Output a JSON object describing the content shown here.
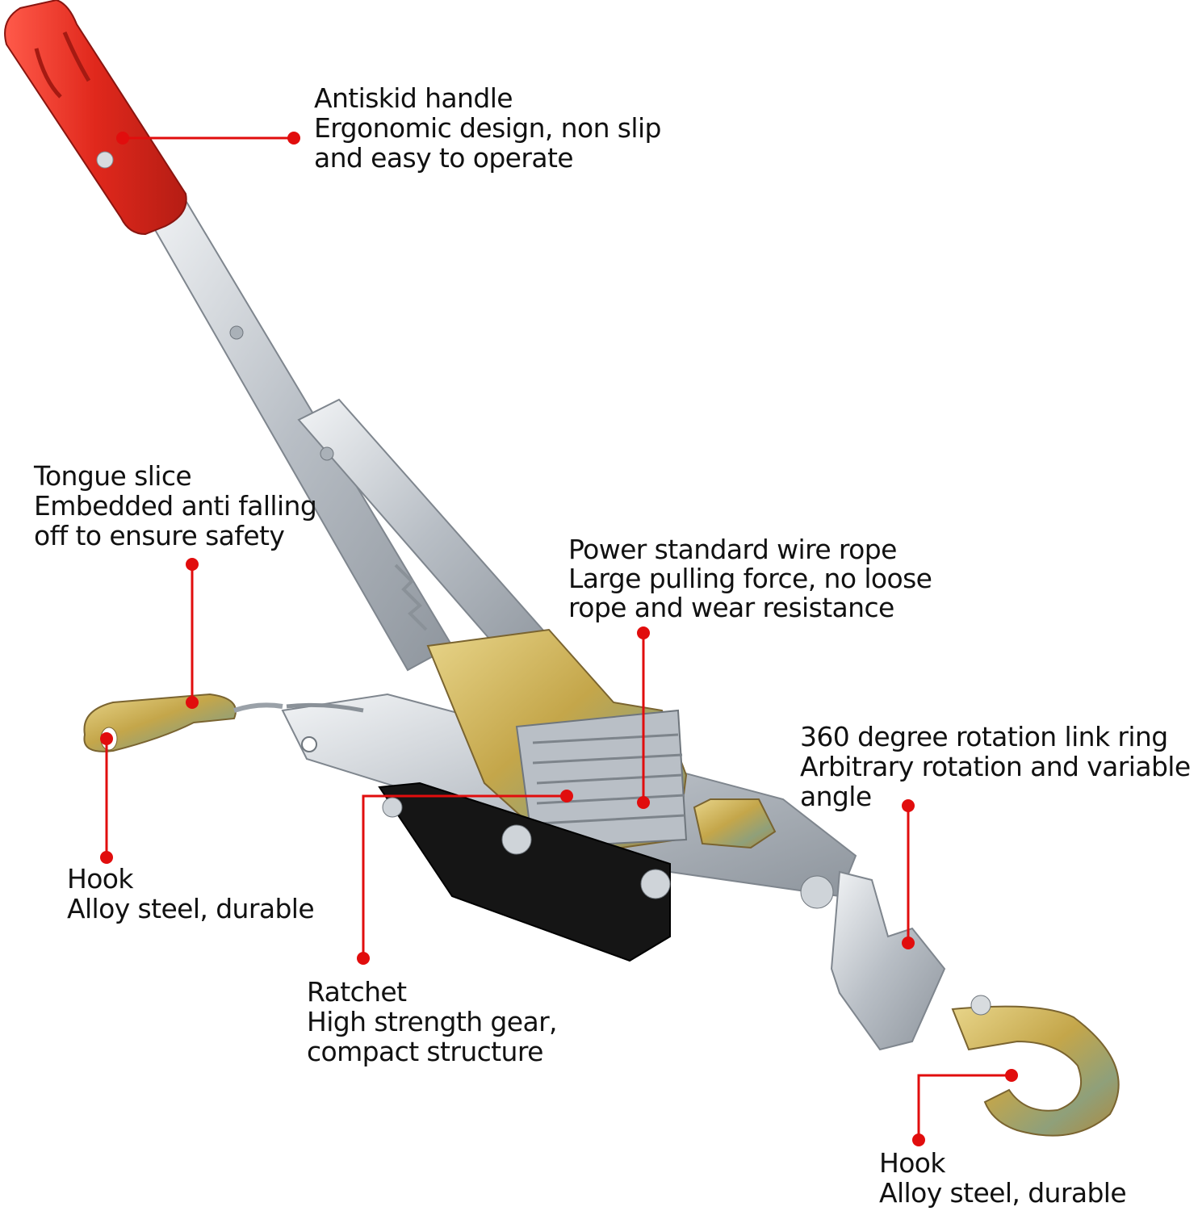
{
  "callouts": {
    "handle": {
      "title": "Antiskid handle",
      "line1": "Ergonomic design, non slip",
      "line2": "and easy to operate"
    },
    "tongue": {
      "title": "Tongue slice",
      "line1": "Embedded anti falling",
      "line2": "off to ensure safety"
    },
    "rope": {
      "title": "Power standard wire rope",
      "line1": "Large pulling force, no loose",
      "line2": "rope and wear resistance"
    },
    "link_ring": {
      "title": "360 degree rotation link ring",
      "line1": "Arbitrary rotation and variable",
      "line2": "angle"
    },
    "hook_left": {
      "title": "Hook",
      "line1": "Alloy steel, durable"
    },
    "ratchet": {
      "title": "Ratchet",
      "line1": "High strength gear,",
      "line2": "compact structure"
    },
    "hook_right": {
      "title": "Hook",
      "line1": "Alloy steel, durable"
    }
  },
  "colors": {
    "leader": "#e10d0d",
    "handle_grip": "#e53a2e",
    "steel": "#c9ced4",
    "plate": "#151515",
    "zinc": "#c9a84a"
  }
}
